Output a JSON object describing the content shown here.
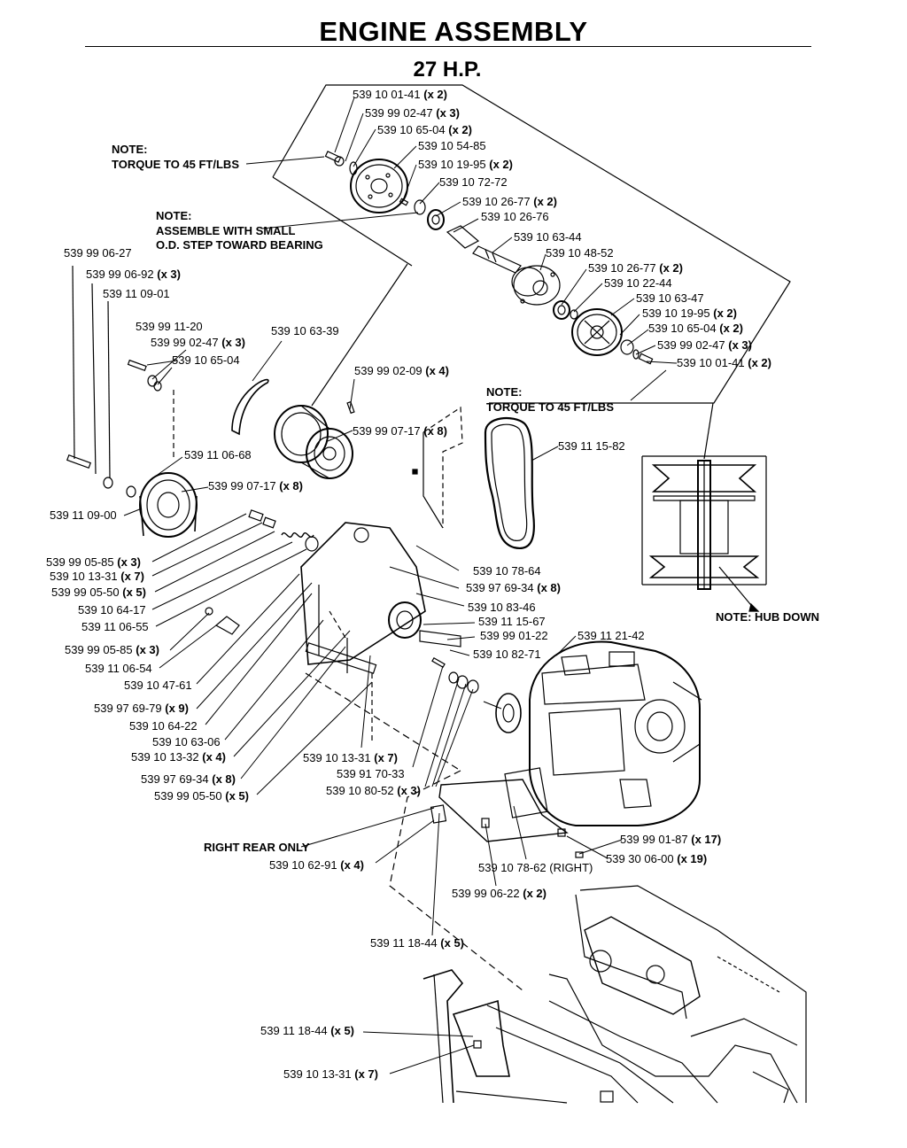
{
  "title": "ENGINE ASSEMBLY",
  "subtitle": "27 H.P.",
  "notes": {
    "torque_top_1": "NOTE:",
    "torque_top_2": "TORQUE TO 45 FT/LBS",
    "assemble_1": "NOTE:",
    "assemble_2": "ASSEMBLE WITH SMALL",
    "assemble_3": "O.D. STEP TOWARD BEARING",
    "torque_mid_1": "NOTE:",
    "torque_mid_2": "TORQUE TO 45 FT/LBS",
    "hub_down": "NOTE: HUB DOWN",
    "right_rear": "RIGHT REAR ONLY"
  },
  "labels": [
    {
      "part": "539 10 01-41",
      "qty": "(x 2)"
    },
    {
      "part": "539 99 02-47",
      "qty": "(x 3)"
    },
    {
      "part": "539 10 65-04",
      "qty": "(x 2)"
    },
    {
      "part": "539 10 54-85",
      "qty": ""
    },
    {
      "part": "539 10 19-95",
      "qty": "(x 2)"
    },
    {
      "part": "539 10 72-72",
      "qty": ""
    },
    {
      "part": "539 10 26-77",
      "qty": "(x 2)"
    },
    {
      "part": "539 10 26-76",
      "qty": ""
    },
    {
      "part": "539 10 63-44",
      "qty": ""
    },
    {
      "part": "539 10 48-52",
      "qty": ""
    },
    {
      "part": "539 10 26-77",
      "qty": "(x 2)"
    },
    {
      "part": "539 10 22-44",
      "qty": ""
    },
    {
      "part": "539 10 63-47",
      "qty": ""
    },
    {
      "part": "539 10 19-95",
      "qty": "(x 2)"
    },
    {
      "part": "539 10 65-04",
      "qty": "(x 2)"
    },
    {
      "part": "539 99 02-47",
      "qty": "(x 3)"
    },
    {
      "part": "539 10 01-41",
      "qty": "(x 2)"
    },
    {
      "part": "539 99 06-27",
      "qty": ""
    },
    {
      "part": "539 99 06-92",
      "qty": "(x 3)"
    },
    {
      "part": "539 11 09-01",
      "qty": ""
    },
    {
      "part": "539 99 11-20",
      "qty": ""
    },
    {
      "part": "539 99 02-47",
      "qty": "(x 3)"
    },
    {
      "part": "539 10 65-04",
      "qty": ""
    },
    {
      "part": "539 10 63-39",
      "qty": ""
    },
    {
      "part": "539 99 02-09",
      "qty": "(x 4)"
    },
    {
      "part": "539 99 07-17",
      "qty": "(x 8)"
    },
    {
      "part": "539 11 15-82",
      "qty": ""
    },
    {
      "part": "539 11 06-68",
      "qty": ""
    },
    {
      "part": "539 99 07-17",
      "qty": "(x 8)"
    },
    {
      "part": "539 11 09-00",
      "qty": ""
    },
    {
      "part": "539 99 05-85",
      "qty": "(x 3)"
    },
    {
      "part": "539 10 13-31",
      "qty": "(x 7)"
    },
    {
      "part": "539 99 05-50",
      "qty": "(x 5)"
    },
    {
      "part": "539 10 64-17",
      "qty": ""
    },
    {
      "part": "539 11 06-55",
      "qty": ""
    },
    {
      "part": "539 10 78-64",
      "qty": ""
    },
    {
      "part": "539 97 69-34",
      "qty": "(x 8)"
    },
    {
      "part": "539 10 83-46",
      "qty": ""
    },
    {
      "part": "539 11 15-67",
      "qty": ""
    },
    {
      "part": "539 99 01-22",
      "qty": ""
    },
    {
      "part": "539 11 21-42",
      "qty": ""
    },
    {
      "part": "539 10 82-71",
      "qty": ""
    },
    {
      "part": "539 99 05-85",
      "qty": "(x 3)"
    },
    {
      "part": "539 11 06-54",
      "qty": ""
    },
    {
      "part": "539 10 47-61",
      "qty": ""
    },
    {
      "part": "539 97 69-79",
      "qty": "(x 9)"
    },
    {
      "part": "539 10 64-22",
      "qty": ""
    },
    {
      "part": "539 10 63-06",
      "qty": ""
    },
    {
      "part": "539 10 13-32",
      "qty": "(x 4)"
    },
    {
      "part": "539 10 13-31",
      "qty": "(x 7)"
    },
    {
      "part": "539 91 70-33",
      "qty": ""
    },
    {
      "part": "539 97 69-34",
      "qty": "(x 8)"
    },
    {
      "part": "539 10 80-52",
      "qty": "(x 3)"
    },
    {
      "part": "539 99 05-50",
      "qty": "(x 5)"
    },
    {
      "part": "539 99 01-87",
      "qty": "(x 17)"
    },
    {
      "part": "539 30 06-00",
      "qty": "(x 19)"
    },
    {
      "part": "539 10 62-91",
      "qty": "(x 4)"
    },
    {
      "part": "539 10 78-62 (RIGHT)",
      "qty": ""
    },
    {
      "part": "539 99 06-22",
      "qty": "(x 2)"
    },
    {
      "part": "539 11 18-44",
      "qty": "(x 5)"
    },
    {
      "part": "539 11 18-44",
      "qty": "(x 5)"
    },
    {
      "part": "539 10 13-31",
      "qty": "(x 7)"
    }
  ]
}
